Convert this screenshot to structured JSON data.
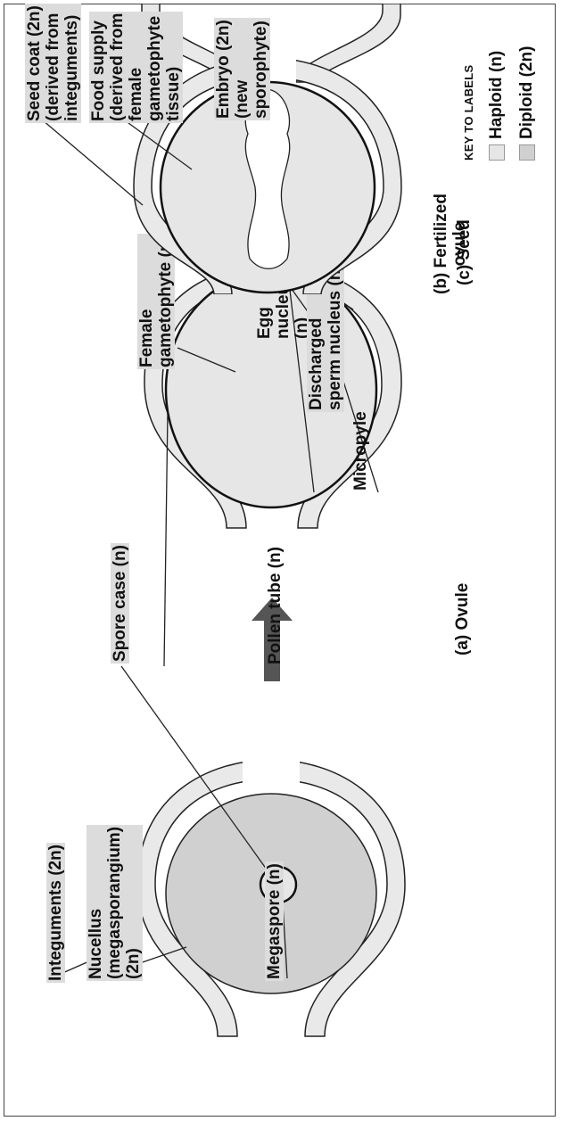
{
  "stages": {
    "ovule": "(a) Ovule",
    "fertilized": "(b) Fertilized\novule",
    "seed": "(c) Seed"
  },
  "labels": {
    "integuments": "Integuments (2n)",
    "nucellus": "Nucellus\n(megasporangium)\n(2n)",
    "megaspore": "Megaspore (n)",
    "spore_case": "Spore case (n)",
    "female_gametophyte": "Female\ngametophyte (n)",
    "egg_nucleus": "Egg\nnucleus\n(n)",
    "discharged_sperm": "Discharged\nsperm nucleus (n)",
    "pollen_tube": "Pollen tube (n)",
    "micropyle": "Micropyle",
    "seed_coat": "Seed coat (2n)\n(derived from\ninteguments)",
    "food_supply": "Food supply\n(derived from\nfemale\ngametophyte\ntissue)",
    "embryo": "Embryo (2n)\n(new\nsporophyte)"
  },
  "key": {
    "title": "KEY TO LABELS",
    "haploid": "Haploid (n)",
    "diploid": "Diploid (2n)"
  },
  "colors": {
    "haploid_fill": "#e6e6e6",
    "diploid_fill": "#d0d0d0",
    "integument_fill": "#e9e9e9",
    "arrow": "#555555",
    "outline": "#222222"
  }
}
